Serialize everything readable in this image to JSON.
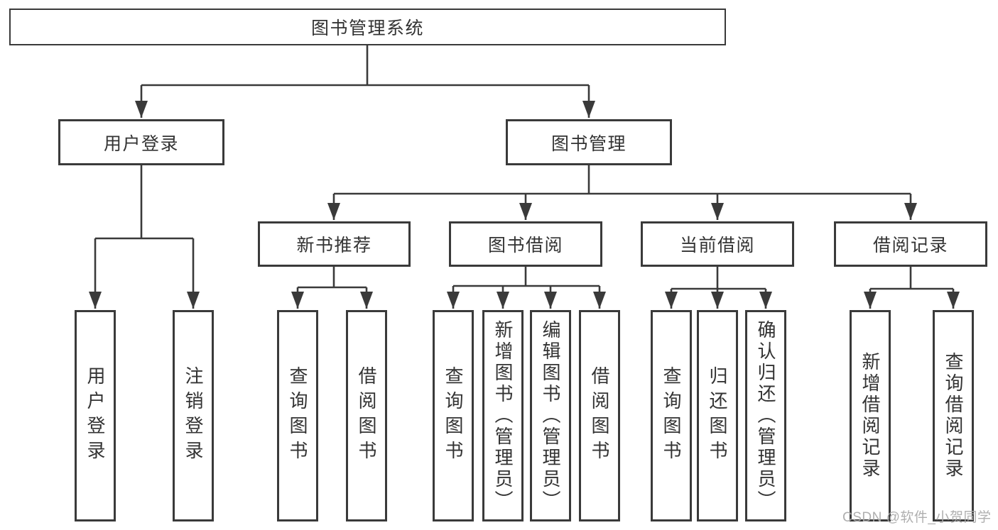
{
  "tree": {
    "root": {
      "label": "图书管理系统"
    },
    "user_login": {
      "label": "用户登录",
      "children": {
        "login": {
          "label": "用户登录"
        },
        "logout": {
          "label": "注销登录"
        }
      }
    },
    "book_management": {
      "label": "图书管理",
      "modules": {
        "new_recommend": {
          "label": "新书推荐",
          "children": {
            "query": {
              "label": "查询图书"
            },
            "borrow": {
              "label": "借阅图书"
            }
          }
        },
        "book_borrowing": {
          "label": "图书借阅",
          "children": {
            "query": {
              "label": "查询图书"
            },
            "add": {
              "label": "新增图书（管理员）"
            },
            "edit": {
              "label": "编辑图书（管理员）"
            },
            "borrow": {
              "label": "借阅图书"
            }
          }
        },
        "current_borrowing": {
          "label": "当前借阅",
          "children": {
            "query": {
              "label": "查询图书"
            },
            "return_books": {
              "label": "归还图书"
            },
            "confirm_return": {
              "label": "确认归还（管理员）"
            }
          }
        },
        "borrowing_records": {
          "label": "借阅记录",
          "children": {
            "add_record": {
              "label": "新增借阅记录"
            },
            "query_record": {
              "label": "查询借阅记录"
            }
          }
        }
      }
    }
  },
  "watermark": {
    "text": "CSDN @软件_小贺同学"
  },
  "colors": {
    "background": "#ffffff",
    "line": "#3a3a3a",
    "border": "#3a3a3a",
    "text": "#333333",
    "watermark": "#ababab"
  }
}
